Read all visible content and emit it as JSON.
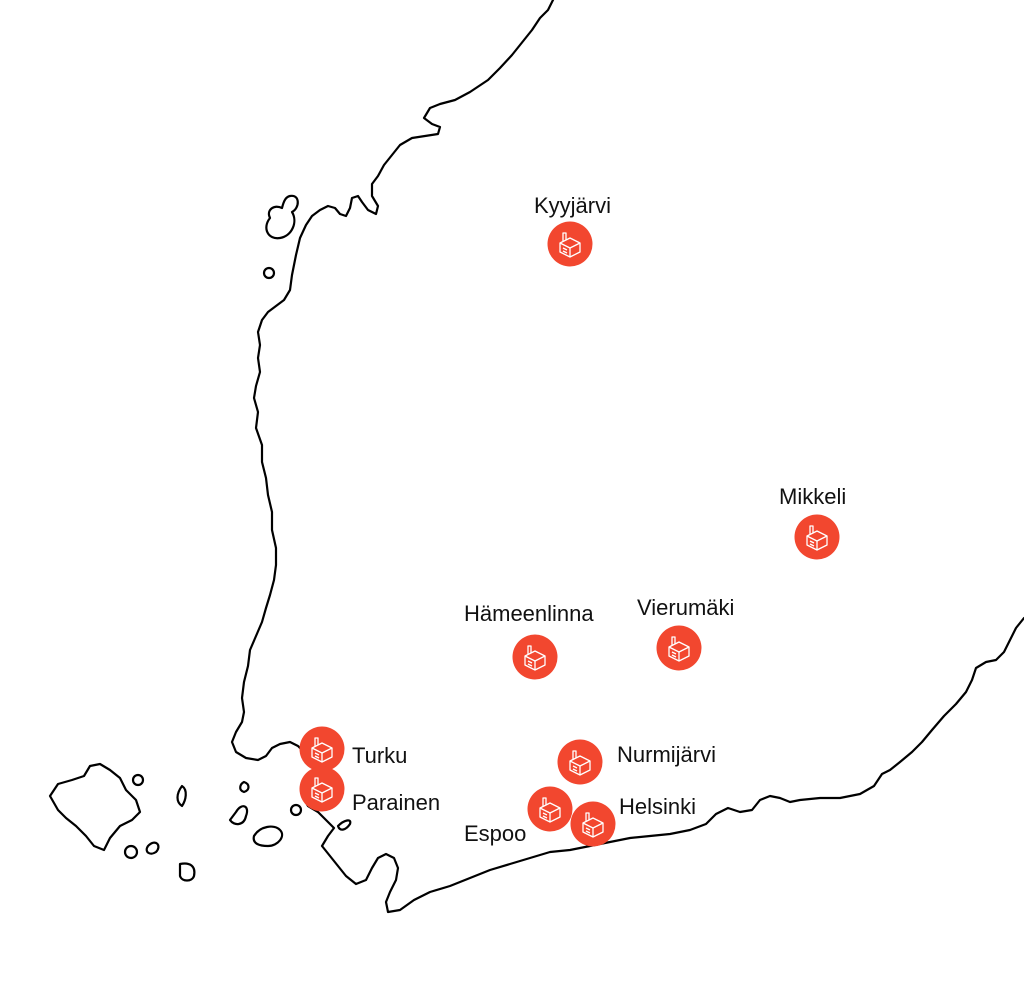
{
  "map": {
    "colors": {
      "marker": "#f2472f",
      "marker_icon": "#ffffff",
      "coastline": "#000000",
      "label": "#111111",
      "background": "#ffffff"
    },
    "marker_icon_name": "factory-icon",
    "locations": [
      {
        "id": "kyyjarvi",
        "name": "Kyyjärvi"
      },
      {
        "id": "mikkeli",
        "name": "Mikkeli"
      },
      {
        "id": "hameenlinna",
        "name": "Hämeenlinna"
      },
      {
        "id": "vierumaki",
        "name": "Vierumäki"
      },
      {
        "id": "turku",
        "name": "Turku"
      },
      {
        "id": "parainen",
        "name": "Parainen"
      },
      {
        "id": "nurmijarvi",
        "name": "Nurmijärvi"
      },
      {
        "id": "espoo",
        "name": "Espoo"
      },
      {
        "id": "helsinki",
        "name": "Helsinki"
      }
    ]
  }
}
